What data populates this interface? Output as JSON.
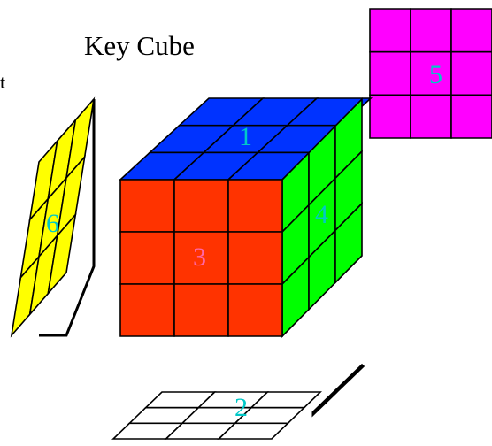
{
  "diagram": {
    "title": "Key Cube",
    "stray_mark": "t",
    "faces": [
      {
        "id": "top",
        "label": "1",
        "color": "#0033ff",
        "label_color": "#00c8c8"
      },
      {
        "id": "bottom",
        "label": "2",
        "color": "#ffffff",
        "label_color": "#00c8c8"
      },
      {
        "id": "front",
        "label": "3",
        "color": "#ff3300",
        "label_color": "#ff66a8"
      },
      {
        "id": "right",
        "label": "4",
        "color": "#00ff00",
        "label_color": "#00c8c8"
      },
      {
        "id": "back",
        "label": "5",
        "color": "#ff00ff",
        "label_color": "#00c8c8"
      },
      {
        "id": "left",
        "label": "6",
        "color": "#ffff00",
        "label_color": "#00c8c8"
      }
    ],
    "grid_size": 3
  }
}
